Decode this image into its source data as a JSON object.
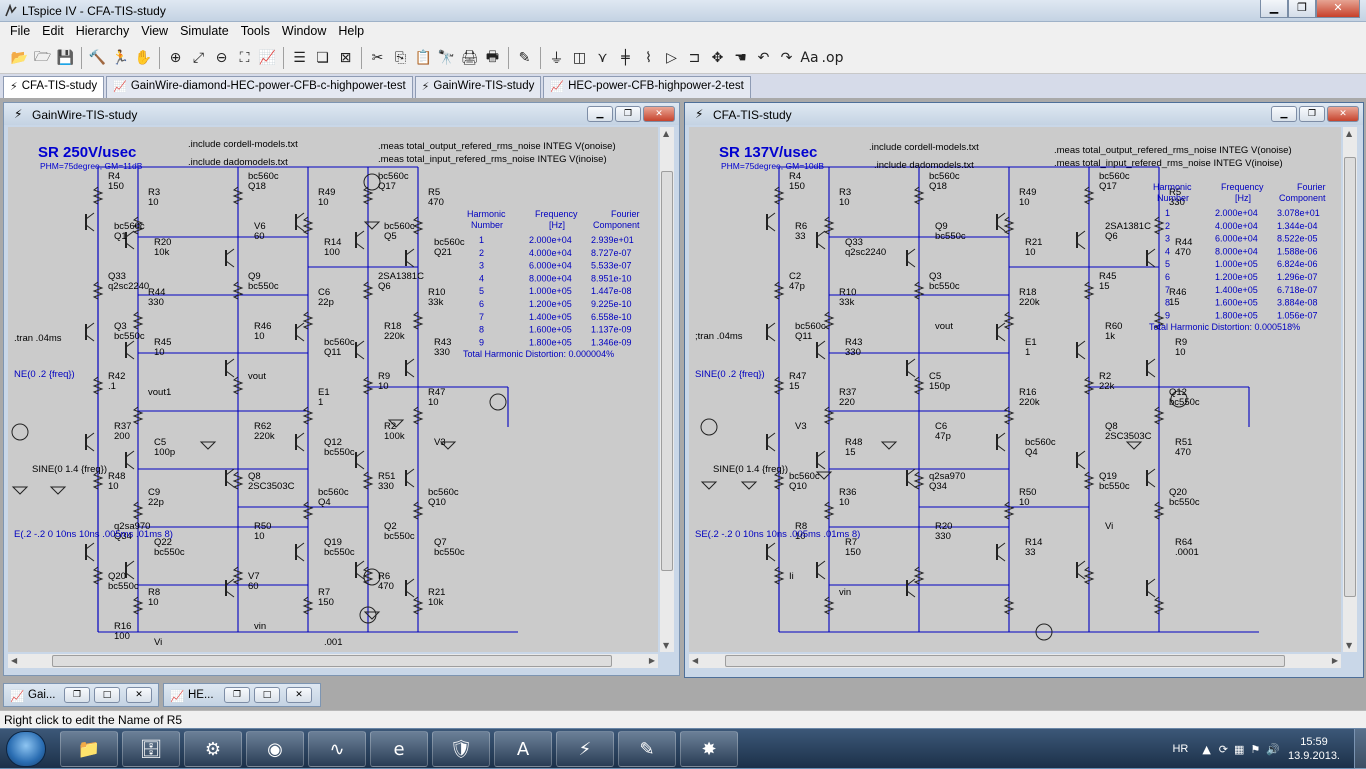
{
  "window": {
    "title": "LTspice IV - CFA-TIS-study",
    "min_glyph": "▁",
    "max_glyph": "❐",
    "close_glyph": "✕"
  },
  "menu": [
    "File",
    "Edit",
    "Hierarchy",
    "View",
    "Simulate",
    "Tools",
    "Window",
    "Help"
  ],
  "toolbar_icons": [
    "open-icon",
    "open-schematic-icon",
    "save-icon",
    "control-panel-icon",
    "run-icon",
    "halt-icon",
    "zoom-in-icon",
    "zoom-full-icon",
    "zoom-out-icon",
    "zoom-fit-icon",
    "autorange-icon",
    "tile-horizontal-icon",
    "cascade-icon",
    "close-all-icon",
    "cut-icon",
    "copy-icon",
    "paste-icon",
    "find-icon",
    "print-setup-icon",
    "print-icon",
    "draw-wire-icon",
    "ground-icon",
    "label-icon",
    "resistor-icon",
    "capacitor-icon",
    "inductor-icon",
    "diode-icon",
    "component-icon",
    "move-icon",
    "drag-icon",
    "undo-icon",
    "redo-icon",
    "text-icon",
    "spice-directive-icon"
  ],
  "toolbar_glyphs": [
    "📂",
    "🗁",
    "💾",
    "🔨",
    "🏃",
    "✋",
    "⊕",
    "⤢",
    "⊖",
    "⛶",
    "📈",
    "☰",
    "❏",
    "⊠",
    "✂",
    "⎘",
    "📋",
    "🔭",
    "🖨",
    "🖶",
    "✎",
    "⏚",
    "◫",
    "⋎",
    "╪",
    "⌇",
    "▷",
    "⊐",
    "✥",
    "☚",
    "↶",
    "↷",
    "Aa",
    ".op"
  ],
  "tabs": [
    {
      "label": "CFA-TIS-study",
      "active": true
    },
    {
      "label": "GainWire-diamond-HEC-power-CFB-c-highpower-test",
      "active": false
    },
    {
      "label": "GainWire-TIS-study",
      "active": false
    },
    {
      "label": "HEC-power-CFB-highpower-2-test",
      "active": false
    }
  ],
  "left_window": {
    "title": "GainWire-TIS-study",
    "sr": "SR 250V/usec",
    "phm": "PHM=75degree, GM=11dB",
    "directives": [
      ".include cordell-models.txt",
      ".include dadomodels.txt",
      ".meas total_output_refered_rms_noise INTEG V(onoise)",
      ".meas total_input_refered_rms_noise INTEG V(inoise)",
      ".tran .04ms"
    ],
    "fourier_headers": [
      "Harmonic",
      "Number",
      "Frequency",
      "[Hz]",
      "Fourier",
      "Component"
    ],
    "fourier_rows": [
      [
        "1",
        "2.000e+04",
        "2.939e+01"
      ],
      [
        "2",
        "4.000e+04",
        "8.727e-07"
      ],
      [
        "3",
        "6.000e+04",
        "5.533e-07"
      ],
      [
        "4",
        "8.000e+04",
        "8.951e-10"
      ],
      [
        "5",
        "1.000e+05",
        "1.447e-08"
      ],
      [
        "6",
        "1.200e+05",
        "9.225e-10"
      ],
      [
        "7",
        "1.400e+05",
        "6.558e-10"
      ],
      [
        "8",
        "1.600e+05",
        "1.137e-09"
      ],
      [
        "9",
        "1.800e+05",
        "1.346e-09"
      ]
    ],
    "thd": "Total Harmonic Distortion: 0.000004%",
    "labels": [
      [
        "R4",
        "150"
      ],
      [
        "R3",
        "10"
      ],
      [
        "bc560c",
        "Q18"
      ],
      [
        "R49",
        "10"
      ],
      [
        "bc560c",
        "Q17"
      ],
      [
        "R5",
        "470"
      ],
      [
        "bc560c",
        "Q1"
      ],
      [
        "R20",
        "10k"
      ],
      [
        "V6",
        "60"
      ],
      [
        "R14",
        "100"
      ],
      [
        "bc560c",
        "Q5"
      ],
      [
        "bc560c",
        "Q21"
      ],
      [
        "Q33",
        "q2sc2240"
      ],
      [
        "R44",
        "330"
      ],
      [
        "Q9",
        "bc550c"
      ],
      [
        "C6",
        "22p"
      ],
      [
        "2SA1381C",
        "Q6"
      ],
      [
        "R10",
        "33k"
      ],
      [
        "Q3",
        "bc550c"
      ],
      [
        "R45",
        "10"
      ],
      [
        "R46",
        "10"
      ],
      [
        "bc560c",
        "Q11"
      ],
      [
        "R18",
        "220k"
      ],
      [
        "R43",
        "330"
      ],
      [
        "R42",
        ".1"
      ],
      [
        "vout1",
        ""
      ],
      [
        "vout",
        ""
      ],
      [
        "E1",
        "1"
      ],
      [
        "R9",
        "10"
      ],
      [
        "R47",
        "10"
      ],
      [
        "R37",
        "200"
      ],
      [
        "C5",
        "100p"
      ],
      [
        "R62",
        "220k"
      ],
      [
        "Q12",
        "bc550c"
      ],
      [
        "R2",
        "100k"
      ],
      [
        "V3",
        ""
      ],
      [
        "R48",
        "10"
      ],
      [
        "C9",
        "22p"
      ],
      [
        "Q8",
        "2SC3503C"
      ],
      [
        "bc560c",
        "Q4"
      ],
      [
        "R51",
        "330"
      ],
      [
        "bc560c",
        "Q10"
      ],
      [
        "q2sa970",
        "Q34"
      ],
      [
        "Q22",
        "bc550c"
      ],
      [
        "R50",
        "10"
      ],
      [
        "Q19",
        "bc550c"
      ],
      [
        "Q2",
        "bc550c"
      ],
      [
        "Q7",
        "bc550c"
      ],
      [
        "Q20",
        "bc550c"
      ],
      [
        "R8",
        "10"
      ],
      [
        "V7",
        "60"
      ],
      [
        "R7",
        "150"
      ],
      [
        "R6",
        "470"
      ],
      [
        "R21",
        "10k"
      ],
      [
        "R16",
        "100"
      ],
      [
        "Vi",
        ""
      ],
      [
        "vin",
        ""
      ],
      [
        ".001",
        ""
      ]
    ],
    "sine_left": "NE(0 .2 {freq})",
    "sine_v3": "SINE(0 1.4 {freq})",
    "pulse": "E(.2 -.2 0 10ns 10ns .005ms .01ms 8)"
  },
  "right_window": {
    "title": "CFA-TIS-study",
    "sr": "SR 137V/usec",
    "phm": "PHM=75degree, GM=10dB",
    "directives": [
      ".include cordell-models.txt",
      ".include dadomodels.txt",
      ".meas total_output_refered_rms_noise INTEG V(onoise)",
      ".meas total_input_refered_rms_noise INTEG V(inoise)",
      ";tran .04ms"
    ],
    "fourier_headers": [
      "Harmonic",
      "Number",
      "Frequency",
      "[Hz]",
      "Fourier",
      "Component"
    ],
    "fourier_rows": [
      [
        "1",
        "2.000e+04",
        "3.078e+01"
      ],
      [
        "2",
        "4.000e+04",
        "1.344e-04"
      ],
      [
        "3",
        "6.000e+04",
        "8.522e-05"
      ],
      [
        "4",
        "8.000e+04",
        "1.588e-06"
      ],
      [
        "5",
        "1.000e+05",
        "6.824e-06"
      ],
      [
        "6",
        "1.200e+05",
        "1.296e-07"
      ],
      [
        "7",
        "1.400e+05",
        "6.718e-07"
      ],
      [
        "8",
        "1.600e+05",
        "3.884e-08"
      ],
      [
        "9",
        "1.800e+05",
        "1.056e-07"
      ]
    ],
    "thd": "Total Harmonic Distortion: 0.000518%",
    "labels": [
      [
        "R4",
        "150"
      ],
      [
        "R3",
        "10"
      ],
      [
        "bc560c",
        "Q18"
      ],
      [
        "R49",
        "10"
      ],
      [
        "bc560c",
        "Q17"
      ],
      [
        "R5",
        "330"
      ],
      [
        "R6",
        "33"
      ],
      [
        "Q33",
        "q2sc2240"
      ],
      [
        "Q9",
        "bc550c"
      ],
      [
        "R21",
        "10"
      ],
      [
        "2SA1381C",
        "Q6"
      ],
      [
        "R44",
        "470"
      ],
      [
        "C2",
        "47p"
      ],
      [
        "R10",
        "33k"
      ],
      [
        "Q3",
        "bc550c"
      ],
      [
        "R18",
        "220k"
      ],
      [
        "R45",
        "15"
      ],
      [
        "R46",
        "15"
      ],
      [
        "bc560c",
        "Q11"
      ],
      [
        "R43",
        "330"
      ],
      [
        "vout",
        ""
      ],
      [
        "E1",
        "1"
      ],
      [
        "R60",
        "1k"
      ],
      [
        "R9",
        "10"
      ],
      [
        "R47",
        "15"
      ],
      [
        "R37",
        "220"
      ],
      [
        "C5",
        "150p"
      ],
      [
        "R16",
        "220k"
      ],
      [
        "R2",
        "22k"
      ],
      [
        "Q12",
        "bc550c"
      ],
      [
        "V3",
        ""
      ],
      [
        "R48",
        "15"
      ],
      [
        "C6",
        "47p"
      ],
      [
        "bc560c",
        "Q4"
      ],
      [
        "Q8",
        "2SC3503C"
      ],
      [
        "R51",
        "470"
      ],
      [
        "bc560c",
        "Q10"
      ],
      [
        "R36",
        "10"
      ],
      [
        "q2sa970",
        "Q34"
      ],
      [
        "R50",
        "10"
      ],
      [
        "Q19",
        "bc550c"
      ],
      [
        "Q20",
        "bc550c"
      ],
      [
        "R8",
        "10"
      ],
      [
        "R7",
        "150"
      ],
      [
        "R20",
        "330"
      ],
      [
        "R14",
        "33"
      ],
      [
        "Vi",
        ""
      ],
      [
        "R64",
        ".0001"
      ],
      [
        "Ii",
        ""
      ],
      [
        "vin",
        ""
      ]
    ],
    "sine_left": "SINE(0 .2 {freq})",
    "sine_v3": "SINE(0 1.4 {freq})",
    "pulse": "SE(.2 -.2 0 10ns 10ns .005ms .01ms 8)"
  },
  "minimized": [
    {
      "label": "Gai..."
    },
    {
      "label": "HE..."
    }
  ],
  "status": "Right click to edit the Name of R5",
  "taskbar": {
    "apps": [
      "explorer-icon",
      "winrar-icon",
      "app-icon",
      "lightning-icon",
      "oscilloscope-icon",
      "internet-explorer-icon",
      "folder-shield-icon",
      "pdf-icon",
      "ltspice-icon",
      "notes-icon",
      "splat-icon"
    ],
    "glyphs": [
      "📁",
      "🗄",
      "⚙",
      "◉",
      "∿",
      "e",
      "🛡",
      "A",
      "⚡",
      "✎",
      "✸"
    ],
    "lang": "HR",
    "time": "15:59",
    "date": "13.9.2013."
  },
  "colors": {
    "schematic_text": "#0000c0",
    "wire": "#0000c0",
    "component": "#222222",
    "sr": "#0000d0"
  }
}
